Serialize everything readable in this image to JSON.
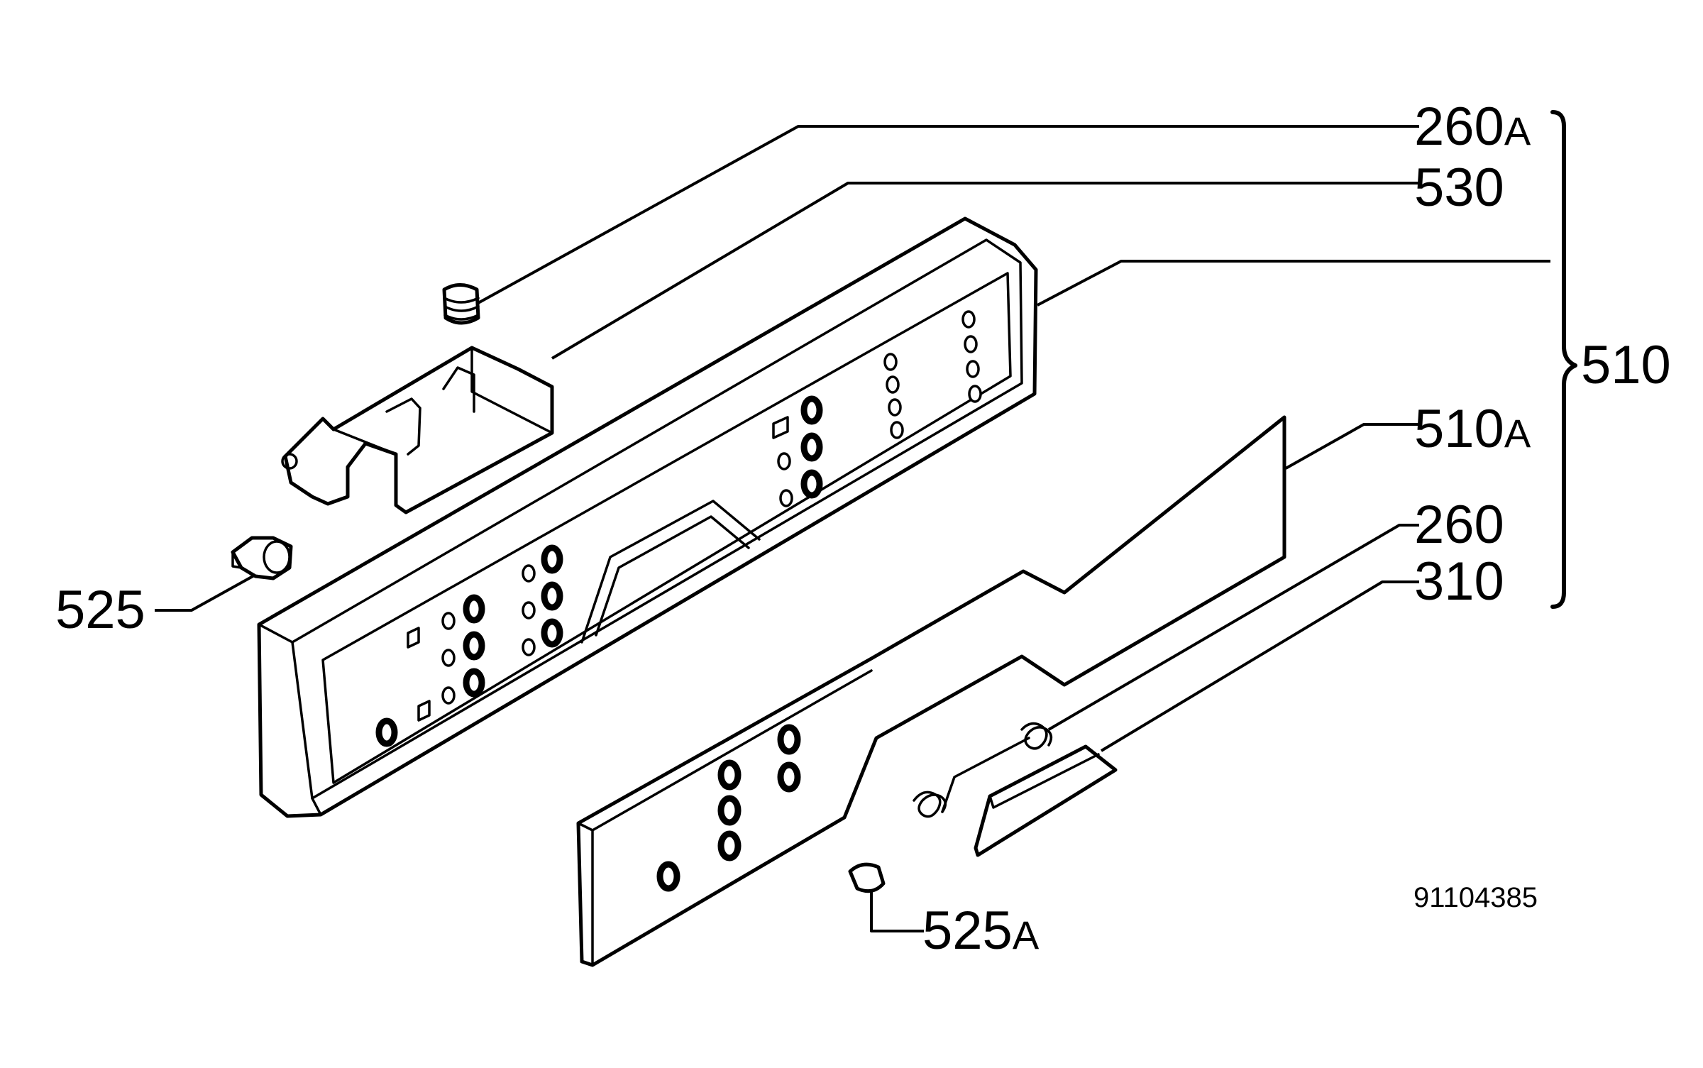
{
  "callouts": {
    "c260a": {
      "number": "260",
      "suffix": "A"
    },
    "c530": {
      "number": "530"
    },
    "c510": {
      "number": "510"
    },
    "c510a": {
      "number": "510",
      "suffix": "A"
    },
    "c260": {
      "number": "260"
    },
    "c310": {
      "number": "310"
    },
    "c525": {
      "number": "525"
    },
    "c525a": {
      "number": "525",
      "suffix": "A"
    }
  },
  "document_number": "91104385"
}
